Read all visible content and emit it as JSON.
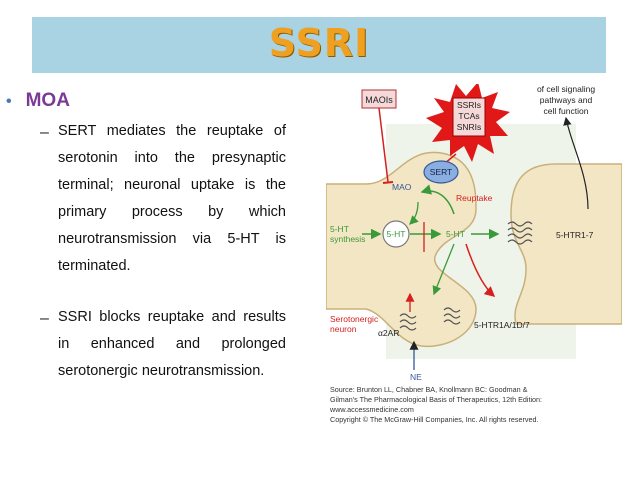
{
  "slide": {
    "title": "SSRI",
    "bullet": "MOA",
    "points": [
      {
        "dash": "–",
        "text": " SERT mediates the reuptake of serotonin into the presynaptic terminal; neuronal uptake is the primary process by which neurotransmission via 5-HT is terminated."
      },
      {
        "dash": "–",
        "text": "SSRI blocks reuptake and results in enhanced and prolonged serotonergic neurotransmission."
      }
    ]
  },
  "figure": {
    "labels": {
      "maois": "MAOIs",
      "burst_line1": "SSRIs",
      "burst_line2": "TCAs",
      "burst_line3": "SNRIs",
      "cell_sig_1": "of cell signaling",
      "cell_sig_2": "pathways and",
      "cell_sig_3": "cell function",
      "sert": "SERT",
      "mao": "MAO",
      "reuptake": "Reuptake",
      "synthesis_1": "5-HT",
      "synthesis_2": "synthesis",
      "ht_vesicle": "5-HT",
      "ht_cleft": "5-HT",
      "htr17": "5-HTR1-7",
      "sero_neuron_1": "Serotonergic",
      "sero_neuron_2": "neuron",
      "a2ar": "α2AR",
      "htr1a": "5-HTR1A/1D/7",
      "ne": "NE"
    },
    "source_lines": [
      "Source: Brunton LL, Chabner BA, Knollmann BC: Goodman &",
      "Gilman's The Pharmacological Basis of Therapeutics, 12th Edition:",
      "www.accessmedicine.com",
      "Copyright © The McGraw-Hill Companies, Inc. All rights reserved."
    ],
    "colors": {
      "cell_fill": "#f3e6c4",
      "green_arrow": "#3a9a3a",
      "red_arrow": "#d62020",
      "burst_fill": "#e01818",
      "sert_fill": "#8aaee0",
      "cleft_fill": "#eef4ea"
    }
  }
}
